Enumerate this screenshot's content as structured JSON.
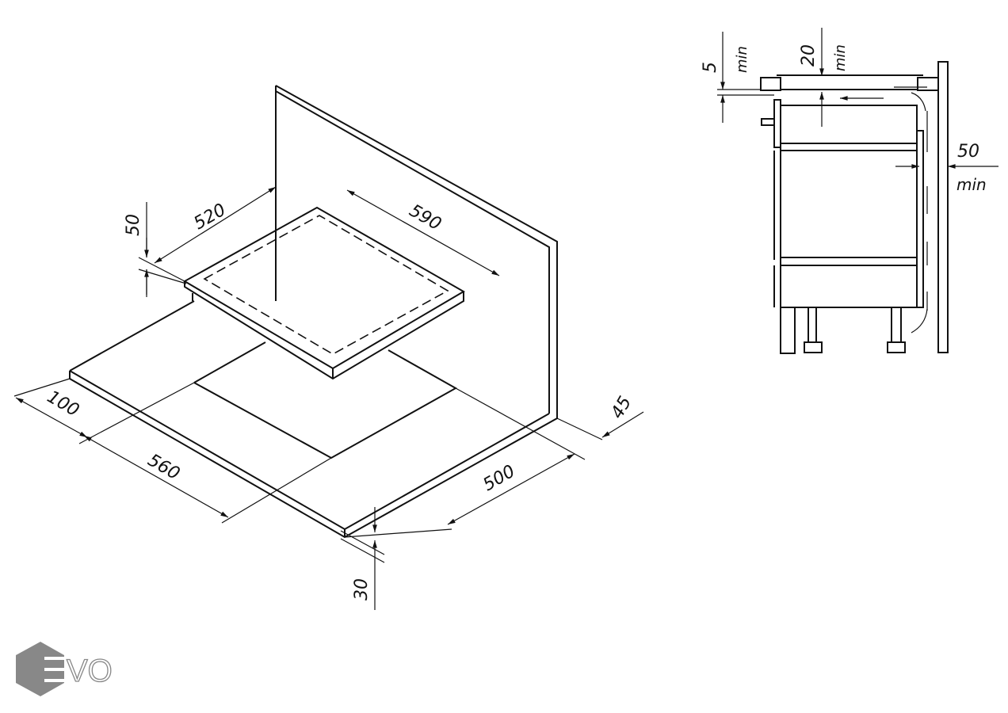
{
  "isometric_view": {
    "dimensions": {
      "hob_depth": "520",
      "hob_width": "590",
      "hob_height": "50",
      "front_offset": "100",
      "cutout_width": "560",
      "cutout_depth": "500",
      "back_offset": "45",
      "countertop_thickness": "30"
    }
  },
  "section_view": {
    "dimensions": {
      "gap_top": "5",
      "gap_top_label": "min",
      "clearance": "20",
      "clearance_label": "min",
      "wall_gap": "50",
      "wall_gap_label": "min"
    }
  },
  "logo": {
    "text": "EVO",
    "color": "#888888"
  }
}
